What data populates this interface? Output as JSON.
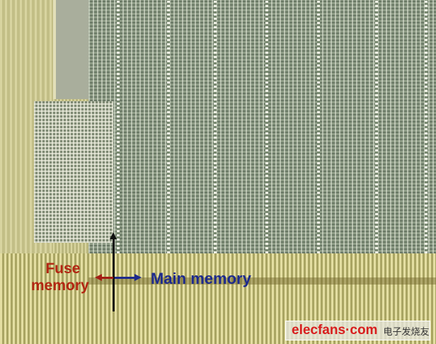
{
  "labels": {
    "fuse_memory": "Fuse\nmemory",
    "fuse_line1": "Fuse",
    "fuse_line2": "memory",
    "main_memory": "Main memory"
  },
  "watermark": {
    "en": "elecfans·com",
    "cn": "电子发烧友"
  },
  "colors": {
    "fuse_label": "#b22612",
    "main_label": "#1d2a8c",
    "watermark": "#d81e1e"
  }
}
